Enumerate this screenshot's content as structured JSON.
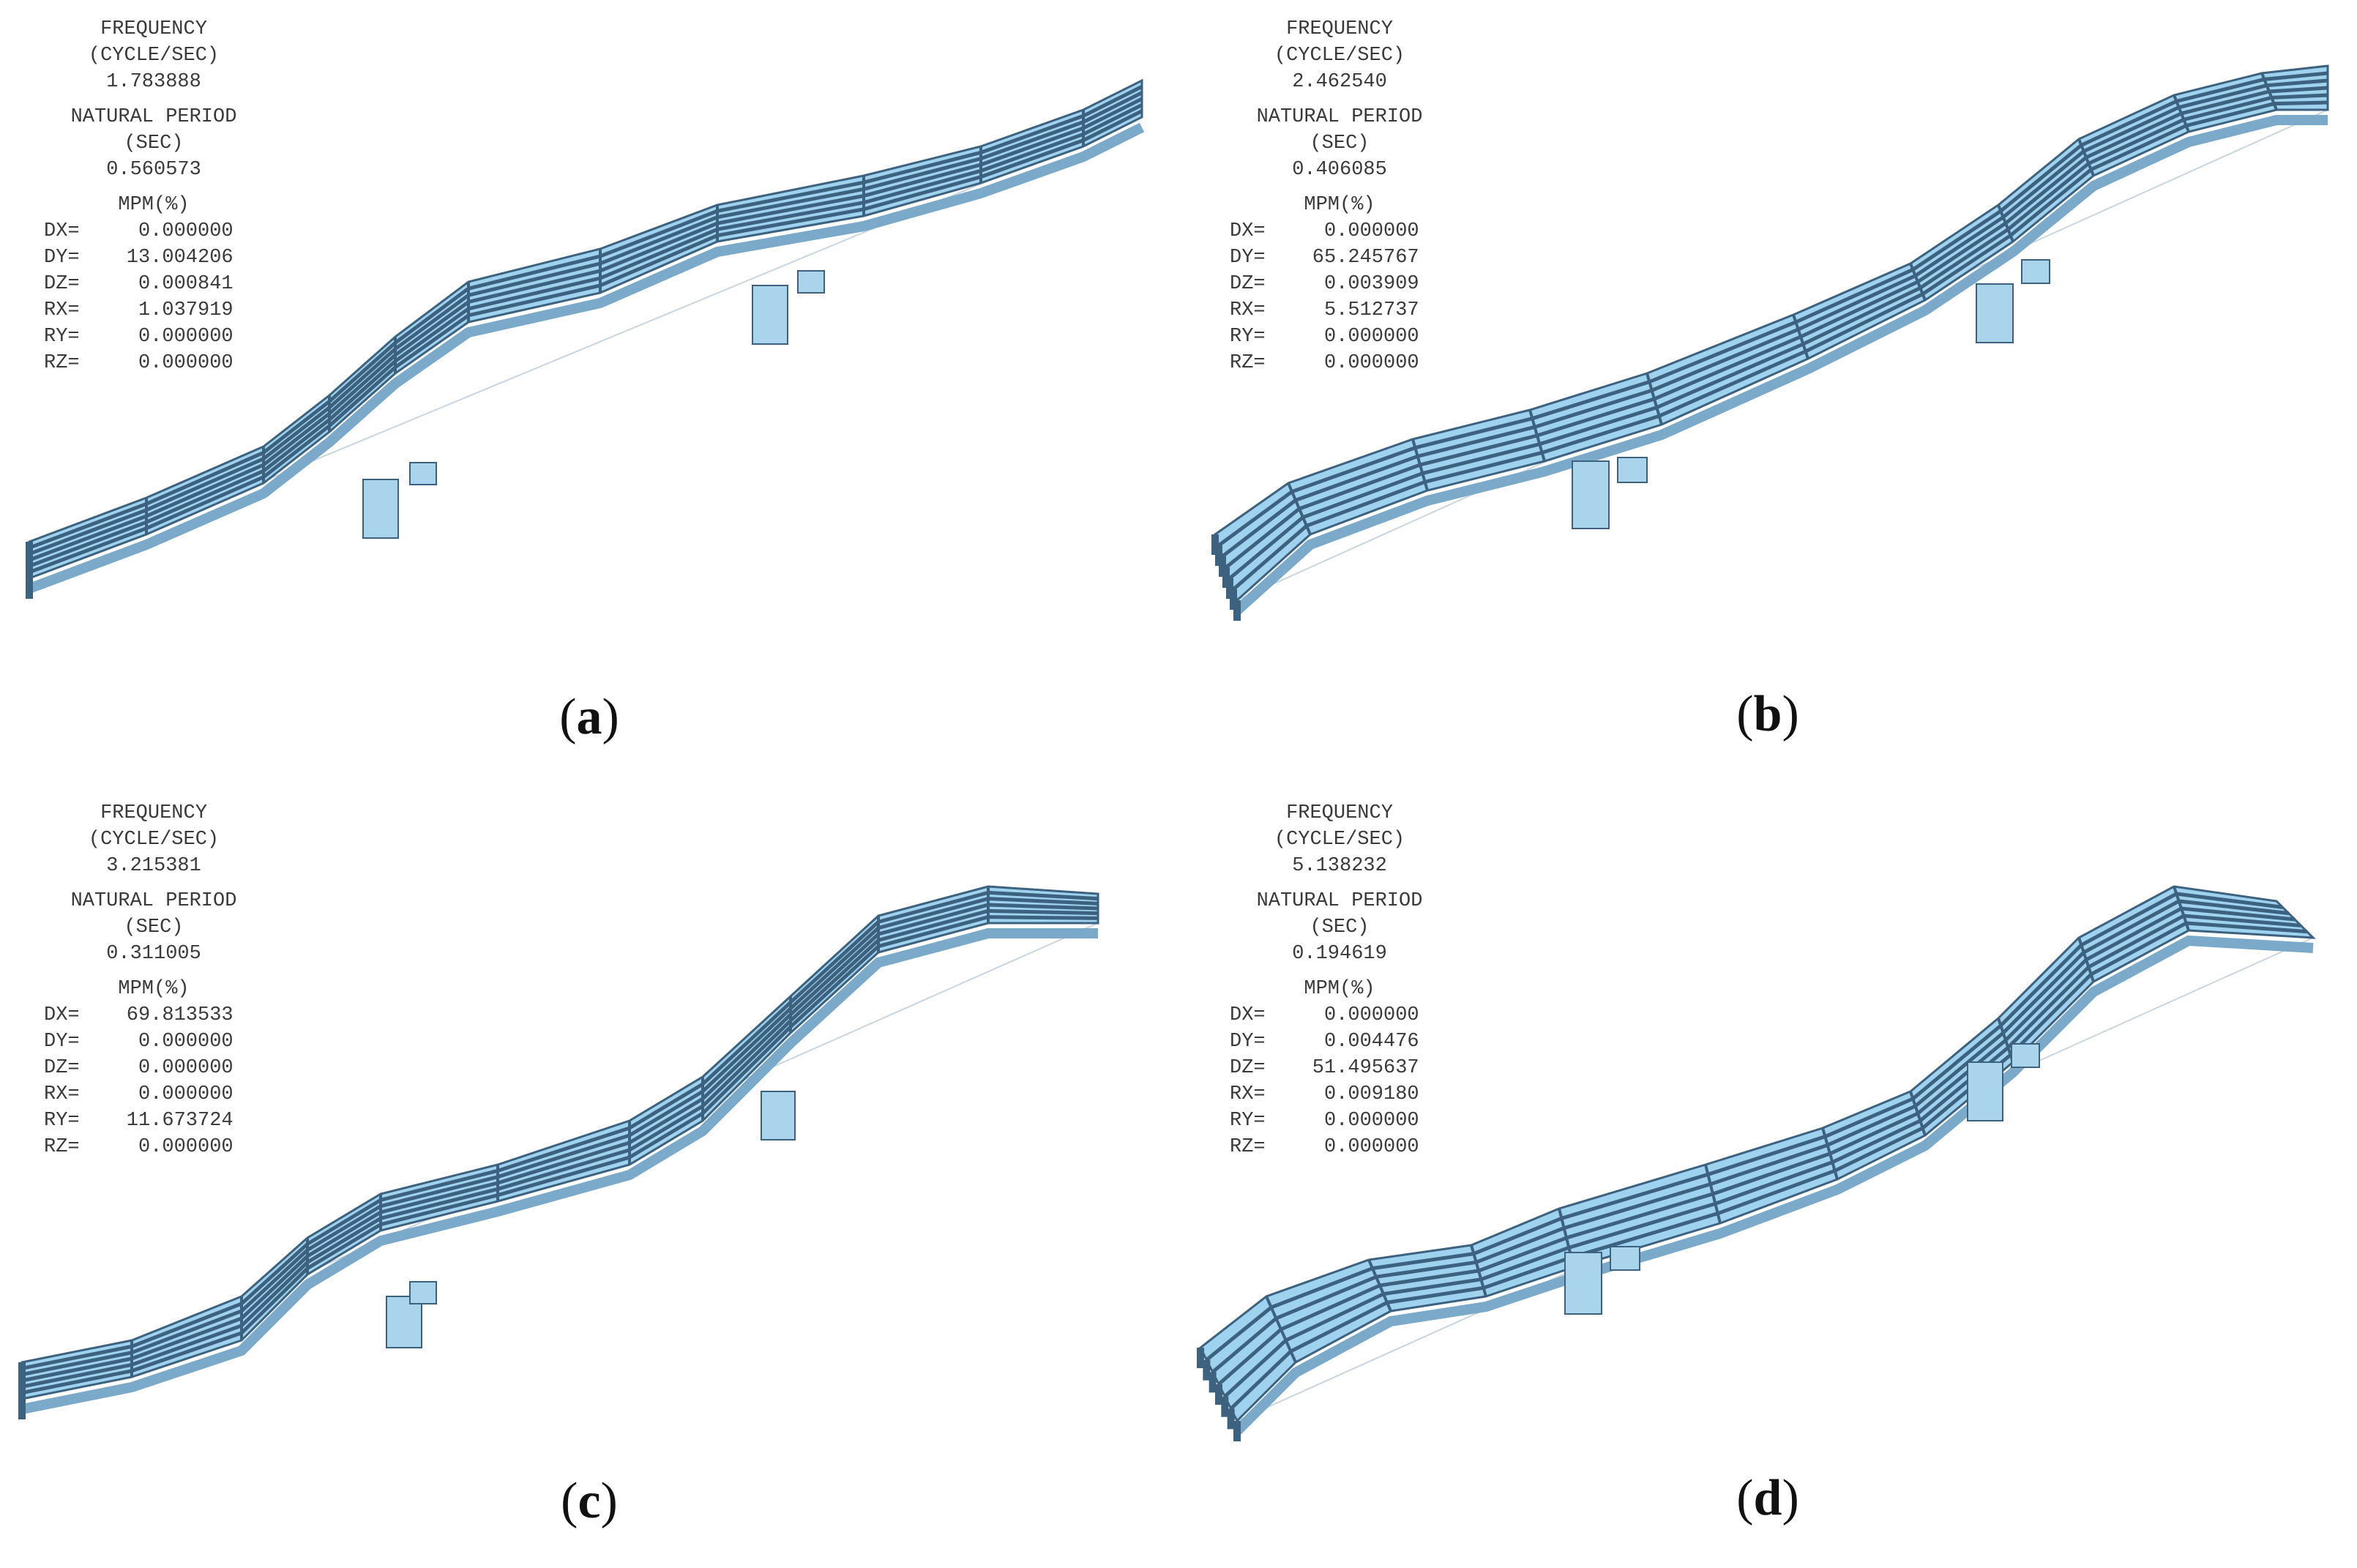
{
  "colors": {
    "deck_top": "#9fd2ee",
    "deck_side": "#7aa9c9",
    "deck_edge": "#3d627f",
    "undeformed": "#c9d6df",
    "pier": "#a9d4ec"
  },
  "panels": [
    {
      "freq_title": "FREQUENCY",
      "freq_unit": "(CYCLE/SEC)",
      "freq_value": "1.783888",
      "period_title": "NATURAL PERIOD",
      "period_unit": "(SEC)",
      "period_value": "0.560573",
      "mpm_title": "MPM(%)",
      "mpm": [
        {
          "k": "DX=",
          "v": "0.000000"
        },
        {
          "k": "DY=",
          "v": "13.004206"
        },
        {
          "k": "DZ=",
          "v": "0.000841"
        },
        {
          "k": "RX=",
          "v": "1.037919"
        },
        {
          "k": "RY=",
          "v": "0.000000"
        },
        {
          "k": "RZ=",
          "v": "0.000000"
        }
      ],
      "label_open": "(",
      "label_letter": "a",
      "label_close": ")"
    },
    {
      "freq_title": "FREQUENCY",
      "freq_unit": "(CYCLE/SEC)",
      "freq_value": "2.462540",
      "period_title": "NATURAL PERIOD",
      "period_unit": "(SEC)",
      "period_value": "0.406085",
      "mpm_title": "MPM(%)",
      "mpm": [
        {
          "k": "DX=",
          "v": "0.000000"
        },
        {
          "k": "DY=",
          "v": "65.245767"
        },
        {
          "k": "DZ=",
          "v": "0.003909"
        },
        {
          "k": "RX=",
          "v": "5.512737"
        },
        {
          "k": "RY=",
          "v": "0.000000"
        },
        {
          "k": "RZ=",
          "v": "0.000000"
        }
      ],
      "label_open": "(",
      "label_letter": "b",
      "label_close": ")"
    },
    {
      "freq_title": "FREQUENCY",
      "freq_unit": "(CYCLE/SEC)",
      "freq_value": "3.215381",
      "period_title": "NATURAL PERIOD",
      "period_unit": "(SEC)",
      "period_value": "0.311005",
      "mpm_title": "MPM(%)",
      "mpm": [
        {
          "k": "DX=",
          "v": "69.813533"
        },
        {
          "k": "DY=",
          "v": "0.000000"
        },
        {
          "k": "DZ=",
          "v": "0.000000"
        },
        {
          "k": "RX=",
          "v": "0.000000"
        },
        {
          "k": "RY=",
          "v": "11.673724"
        },
        {
          "k": "RZ=",
          "v": "0.000000"
        }
      ],
      "label_open": "(",
      "label_letter": "c",
      "label_close": ")"
    },
    {
      "freq_title": "FREQUENCY",
      "freq_unit": "(CYCLE/SEC)",
      "freq_value": "5.138232",
      "period_title": "NATURAL PERIOD",
      "period_unit": "(SEC)",
      "period_value": "0.194619",
      "mpm_title": "MPM(%)",
      "mpm": [
        {
          "k": "DX=",
          "v": "0.000000"
        },
        {
          "k": "DY=",
          "v": "0.004476"
        },
        {
          "k": "DZ=",
          "v": "51.495637"
        },
        {
          "k": "RX=",
          "v": "0.009180"
        },
        {
          "k": "RY=",
          "v": "0.000000"
        },
        {
          "k": "RZ=",
          "v": "0.000000"
        }
      ],
      "label_open": "(",
      "label_letter": "d",
      "label_close": ")"
    }
  ]
}
